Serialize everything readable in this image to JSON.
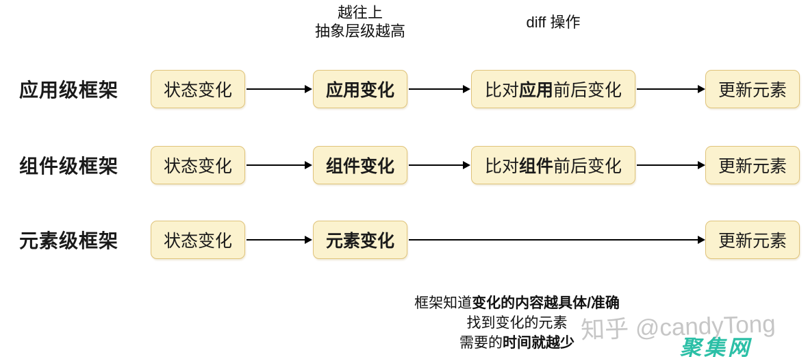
{
  "annotations": {
    "abstraction": {
      "line1": "越往上",
      "line2": "抽象层级越高"
    },
    "diff": "diff 操作"
  },
  "rows": [
    {
      "label": "应用级框架",
      "state": "状态变化",
      "change": "应用变化",
      "diff_prefix": "比对",
      "diff_bold": "应用",
      "diff_suffix": "前后变化",
      "update": "更新元素"
    },
    {
      "label": "组件级框架",
      "state": "状态变化",
      "change": "组件变化",
      "diff_prefix": "比对",
      "diff_bold": "组件",
      "diff_suffix": "前后变化",
      "update": "更新元素"
    },
    {
      "label": "元素级框架",
      "state": "状态变化",
      "change": "元素变化",
      "update": "更新元素"
    }
  ],
  "footer": {
    "line1_normal": "框架知道",
    "line1_bold": "变化的内容越具体/准确",
    "line2": "找到变化的元素",
    "line3_normal": "需要的",
    "line3_bold": "时间就越少"
  },
  "watermarks": {
    "zhihu": "知乎 @candyTong",
    "site": "聚集网"
  },
  "colors": {
    "box_fill": "#FBF2CE",
    "box_border": "#DFC37A",
    "arrow": "#000000",
    "text": "#1A1A1A",
    "watermark_gray": "#C6C6C6",
    "site_logo_teal": "#2BBFA6"
  }
}
